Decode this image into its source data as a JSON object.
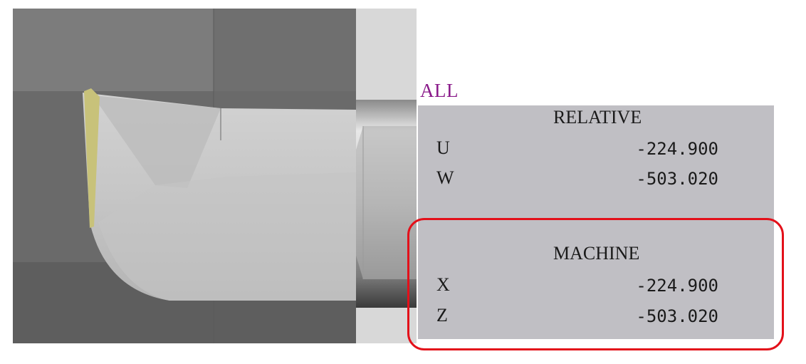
{
  "display": {
    "mode_label": "ALL",
    "relative": {
      "title": "RELATIVE",
      "axes": [
        {
          "name": "U",
          "value": "-224.900"
        },
        {
          "name": "W",
          "value": "-503.020"
        }
      ]
    },
    "machine": {
      "title": "MACHINE",
      "axes": [
        {
          "name": "X",
          "value": "-224.900"
        },
        {
          "name": "Z",
          "value": "-503.020"
        }
      ]
    }
  },
  "colors": {
    "mode_label": "#8a1a8a",
    "panel_bg": "#c0bfc4",
    "highlight": "#e3101a",
    "tool_insert": "#c8c27a"
  }
}
